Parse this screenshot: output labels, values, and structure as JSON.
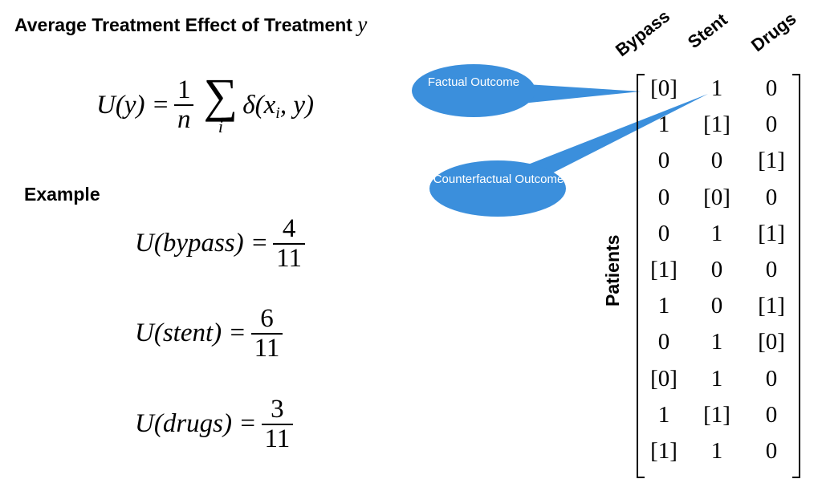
{
  "title": {
    "text": "Average Treatment Effect of Treatment",
    "variable": "y"
  },
  "formula": {
    "lhs": "U(y) =",
    "num": "1",
    "den": "n",
    "sum_index": "i",
    "term_pre": "δ(x",
    "term_sub": "i",
    "term_post": ", y)"
  },
  "example_label": "Example",
  "examples": [
    {
      "lhs": "U(bypass) =",
      "num": "4",
      "den": "11"
    },
    {
      "lhs": "U(stent) =",
      "num": "6",
      "den": "11"
    },
    {
      "lhs": "U(drugs) =",
      "num": "3",
      "den": "11"
    }
  ],
  "callouts": {
    "factual": "Factual Outcome",
    "counterfactual": "Counterfactual Outcome",
    "color": "#3b8fdc"
  },
  "matrix": {
    "columns": [
      "Bypass",
      "Stent",
      "Drugs"
    ],
    "row_label": "Patients",
    "rows": [
      [
        "[0]",
        "1",
        "0"
      ],
      [
        "1",
        "[1]",
        "0"
      ],
      [
        "0",
        "0",
        "[1]"
      ],
      [
        "0",
        "[0]",
        "0"
      ],
      [
        "0",
        "1",
        "[1]"
      ],
      [
        "[1]",
        "0",
        "0"
      ],
      [
        "1",
        "0",
        "[1]"
      ],
      [
        "0",
        "1",
        "[0]"
      ],
      [
        "[0]",
        "1",
        "0"
      ],
      [
        "1",
        "[1]",
        "0"
      ],
      [
        "[1]",
        "1",
        "0"
      ]
    ]
  }
}
